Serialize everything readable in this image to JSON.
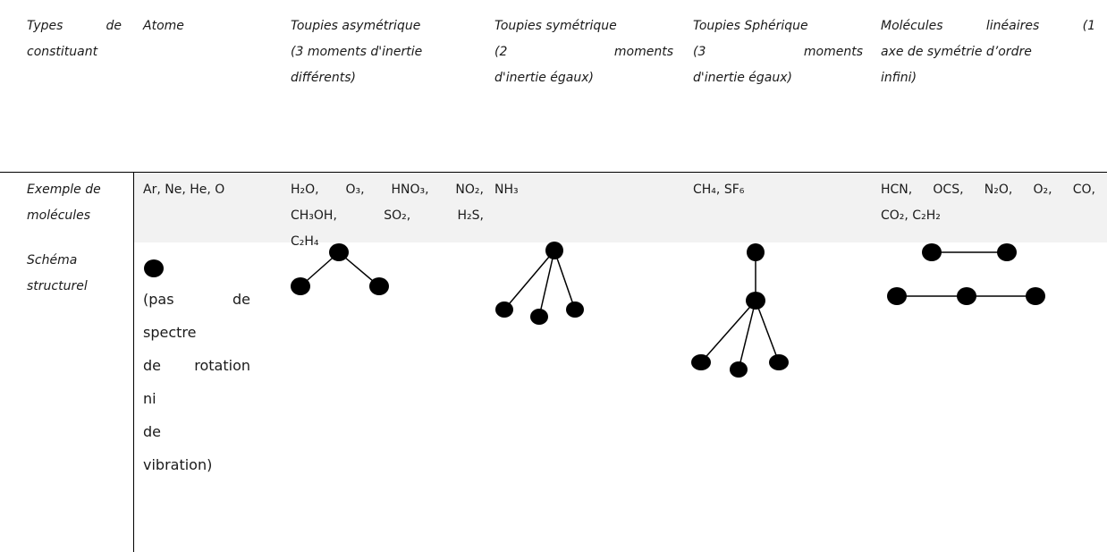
{
  "headers": {
    "types_line1": "Types de",
    "types_line2": "constituant",
    "atome": "Atome",
    "asym_line1": "Toupies asymétrique",
    "asym_line2": "(3 moments d'inertie",
    "asym_line3": "différents)",
    "sym_line1": "Toupies symétrique",
    "sym_line2": " (2 moments",
    "sym_line3": "d'inertie égaux)",
    "sph_line1": "Toupies Sphérique",
    "sph_line2": " (3 moments",
    "sph_line3": "d'inertie égaux)",
    "lin_line1": "Molécules linéaires (1",
    "lin_line2": "axe de symétrie d’ordre",
    "lin_line3": "infini)"
  },
  "row_examples": {
    "label_line1": "Exemple de",
    "label_line2": "molécules",
    "atome": "Ar, Ne, He, O",
    "asym_line1": "H₂O, O₃, HNO₃, NO₂,",
    "asym_line2": "CH₃OH, SO₂, H₂S,",
    "asym_line3": "C₂H₄",
    "sym": "NH₃",
    "sph": "CH₄, SF₆",
    "lin_line1": "HCN, OCS, N₂O, O₂, CO,",
    "lin_line2": "CO₂, C₂H₂"
  },
  "row_schema": {
    "label_line1": "Schéma",
    "label_line2": "structurel",
    "atome_note": [
      "(pas de",
      "spectre",
      "de rotation",
      "ni",
      "de",
      "vibration)"
    ]
  },
  "colors": {
    "shade": "#f2f2f2",
    "text": "#1a1a1a",
    "atom": "#000000"
  }
}
